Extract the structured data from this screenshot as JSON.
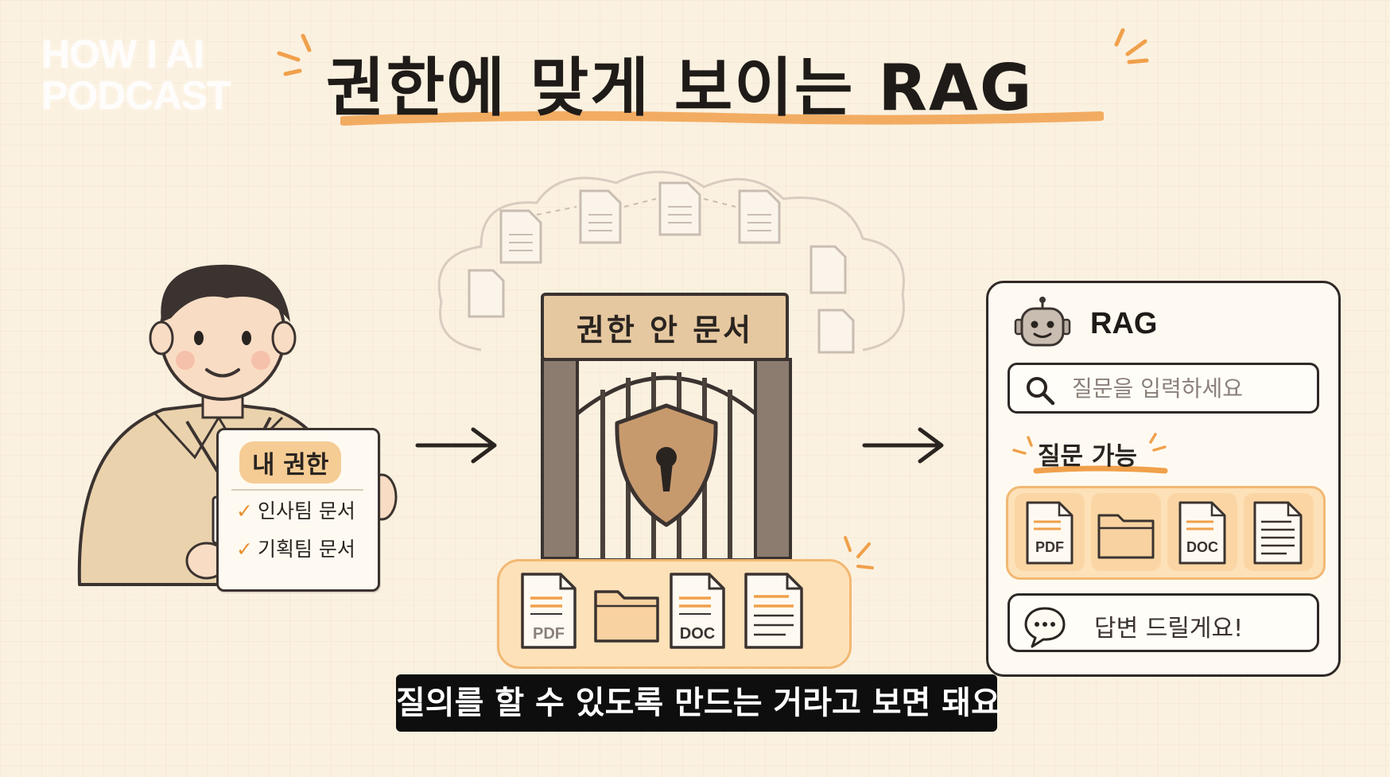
{
  "logo": {
    "line1": "HOW I AI",
    "line2": "PODCAST"
  },
  "title": "권한에 맞게 보이는 RAG",
  "permission_card": {
    "title": "내 권한",
    "items": [
      "인사팀 문서",
      "기획팀 문서"
    ]
  },
  "gate": {
    "sign": "권한 안 문서",
    "documents": [
      "PDF",
      "",
      "DOC",
      ""
    ]
  },
  "rag_panel": {
    "title": "RAG",
    "search": {
      "placeholder": "질문을 입력하세요"
    },
    "allowed_label": "질문 가능",
    "documents": [
      "PDF",
      "",
      "DOC",
      ""
    ],
    "answer": "답변 드릴게요!"
  },
  "subtitle": "질의를 할 수 있도록 만드는 거라고 보면 돼요",
  "colors": {
    "background": "#fbf1e0",
    "accent_orange": "#f0a04b",
    "tray": "#fde1b8",
    "ink": "#2a2420"
  }
}
